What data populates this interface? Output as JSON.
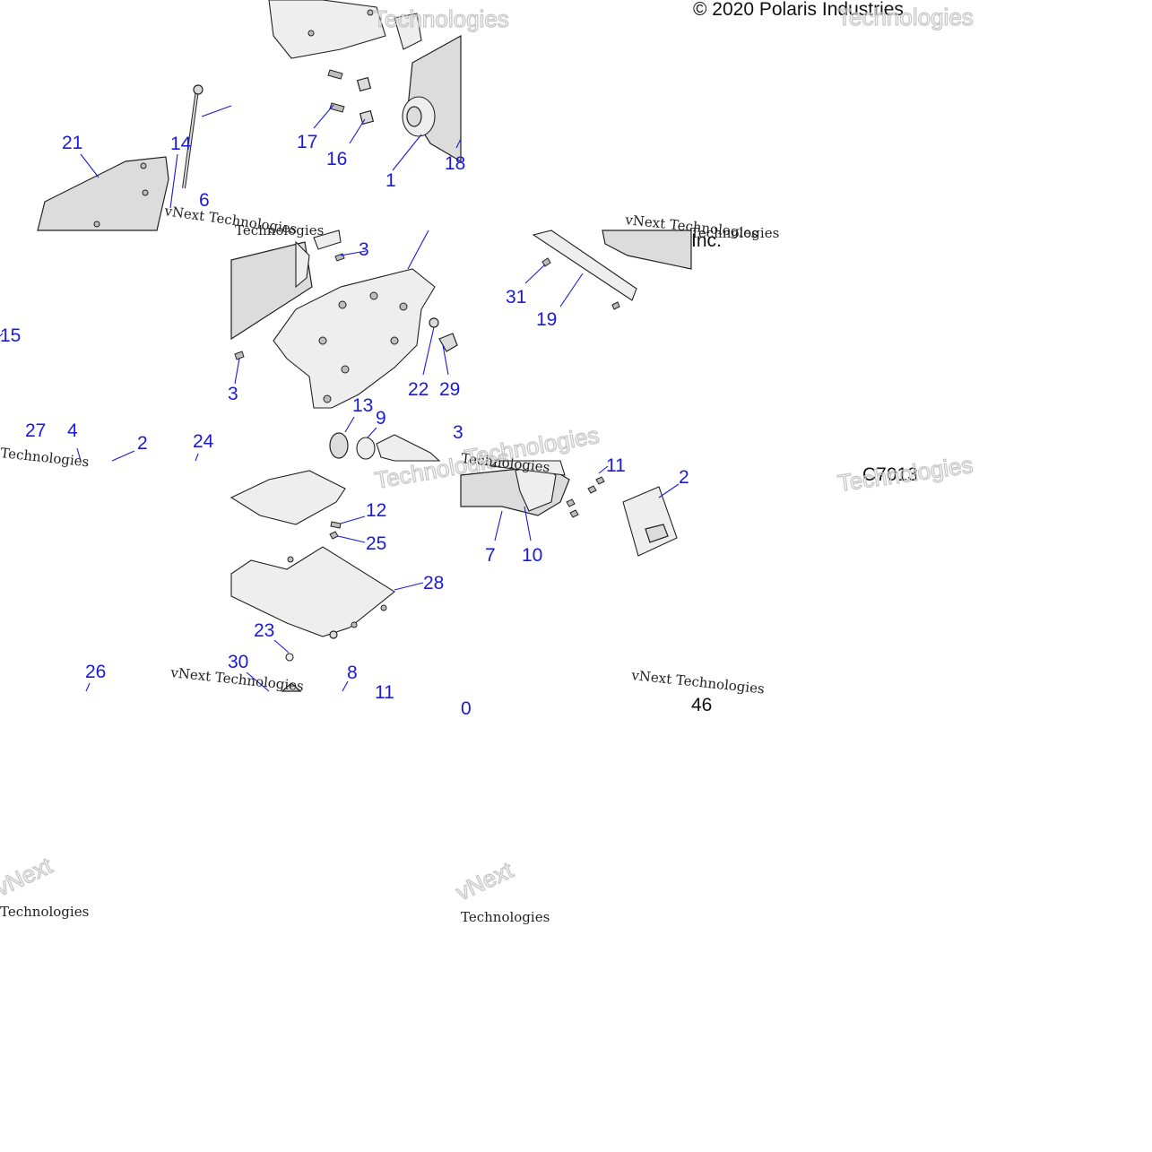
{
  "copyright": "© 2020 Polaris Industries",
  "copyright_tail": "Inc.",
  "figure_code": "C7013",
  "page_fragment": "46",
  "watermark": {
    "line1": "vNext Technologies",
    "word_tech": "Technologies",
    "word_vnext": "vNext"
  },
  "callouts": [
    "21",
    "14",
    "6",
    "17",
    "16",
    "1",
    "18",
    "3",
    "31",
    "19",
    "15",
    "22",
    "29",
    "3",
    "13",
    "9",
    "27",
    "4",
    "2",
    "24",
    "3",
    "11",
    "2",
    "12",
    "25",
    "7",
    "10",
    "28",
    "23",
    "30",
    "8",
    "11",
    "26",
    "0"
  ]
}
